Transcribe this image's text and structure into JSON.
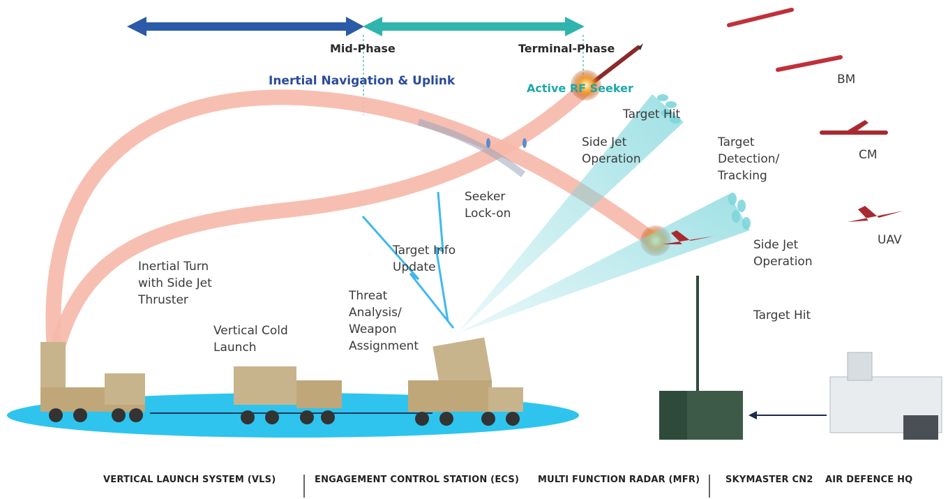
{
  "phases": {
    "mid": "Mid-Phase",
    "terminal": "Terminal-Phase"
  },
  "guidance": {
    "inertial": "Inertial Navigation & Uplink",
    "seeker": "Active RF Seeker"
  },
  "labels": {
    "target_hit_upper": "Target Hit",
    "side_jet_upper": "Side Jet\nOperation",
    "target_detection": "Target\nDetection/\nTracking",
    "seeker_lockon": "Seeker\nLock-on",
    "target_info": "Target Info\nUpdate",
    "inertial_turn": "Inertial Turn\nwith Side Jet\nThruster",
    "vertical_cold": "Vertical Cold\nLaunch",
    "threat_analysis": "Threat\nAnalysis/\nWeapon\nAssignment",
    "side_jet_lower": "Side Jet\nOperation",
    "target_hit_lower": "Target Hit"
  },
  "threats": {
    "bm": "BM",
    "cm": "CM",
    "uav": "UAV"
  },
  "systems": {
    "vls": "VERTICAL LAUNCH SYSTEM (VLS)",
    "ecs": "ENGAGEMENT CONTROL STATION (ECS)",
    "mfr": "MULTI FUNCTION RADAR (MFR)",
    "skymaster": "SKYMASTER CN2",
    "hq": "AIR DEFENCE HQ"
  },
  "colors": {
    "mid_arrow": "#2a5aa8",
    "terminal_arrow": "#2fb5ad",
    "trajectory": "#f6b8a8",
    "ground": "#2ec4ee",
    "beam": "#7fd6dc",
    "lightning": "#3fb8ee",
    "threat": "#c0303a",
    "vehicle": "#c8b48c"
  }
}
